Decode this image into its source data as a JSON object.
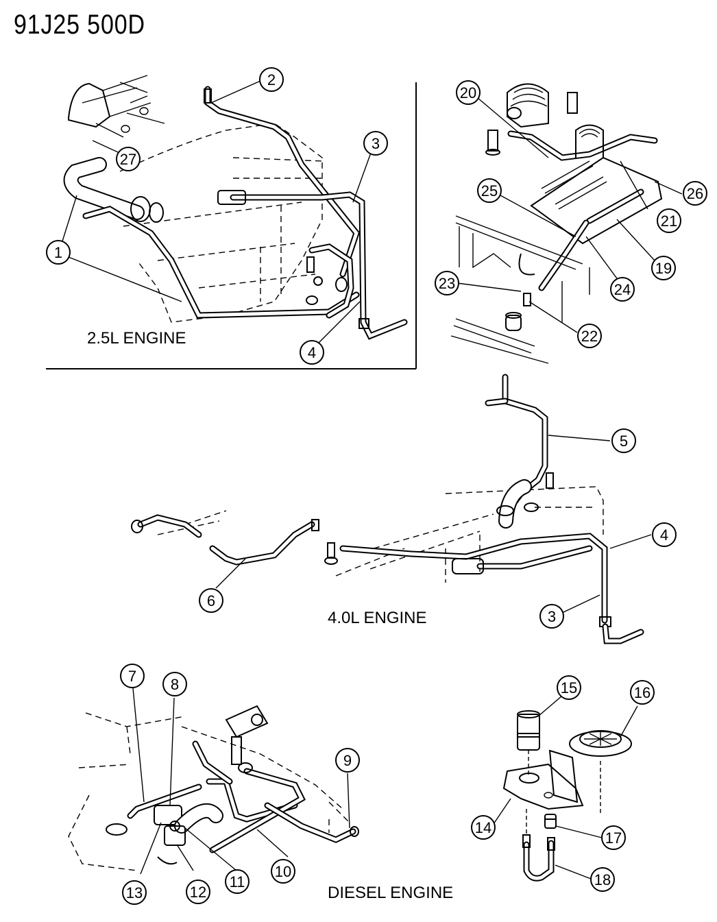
{
  "title": "91J25 500D",
  "captions": {
    "engine_25": "2.5L ENGINE",
    "engine_40": "4.0L ENGINE",
    "engine_diesel": "DIESEL ENGINE"
  },
  "callouts": [
    {
      "id": "c1",
      "label": "1"
    },
    {
      "id": "c2",
      "label": "2"
    },
    {
      "id": "c3a",
      "label": "3"
    },
    {
      "id": "c4a",
      "label": "4"
    },
    {
      "id": "c27",
      "label": "27"
    },
    {
      "id": "c20",
      "label": "20"
    },
    {
      "id": "c26",
      "label": "26"
    },
    {
      "id": "c21",
      "label": "21"
    },
    {
      "id": "c25",
      "label": "25"
    },
    {
      "id": "c19",
      "label": "19"
    },
    {
      "id": "c24",
      "label": "24"
    },
    {
      "id": "c23",
      "label": "23"
    },
    {
      "id": "c22",
      "label": "22"
    },
    {
      "id": "c5",
      "label": "5"
    },
    {
      "id": "c4b",
      "label": "4"
    },
    {
      "id": "c6",
      "label": "6"
    },
    {
      "id": "c3b",
      "label": "3"
    },
    {
      "id": "c7",
      "label": "7"
    },
    {
      "id": "c8",
      "label": "8"
    },
    {
      "id": "c9",
      "label": "9"
    },
    {
      "id": "c10",
      "label": "10"
    },
    {
      "id": "c11",
      "label": "11"
    },
    {
      "id": "c12",
      "label": "12"
    },
    {
      "id": "c13",
      "label": "13"
    },
    {
      "id": "c15",
      "label": "15"
    },
    {
      "id": "c16",
      "label": "16"
    },
    {
      "id": "c14",
      "label": "14"
    },
    {
      "id": "c17",
      "label": "17"
    },
    {
      "id": "c18",
      "label": "18"
    }
  ]
}
